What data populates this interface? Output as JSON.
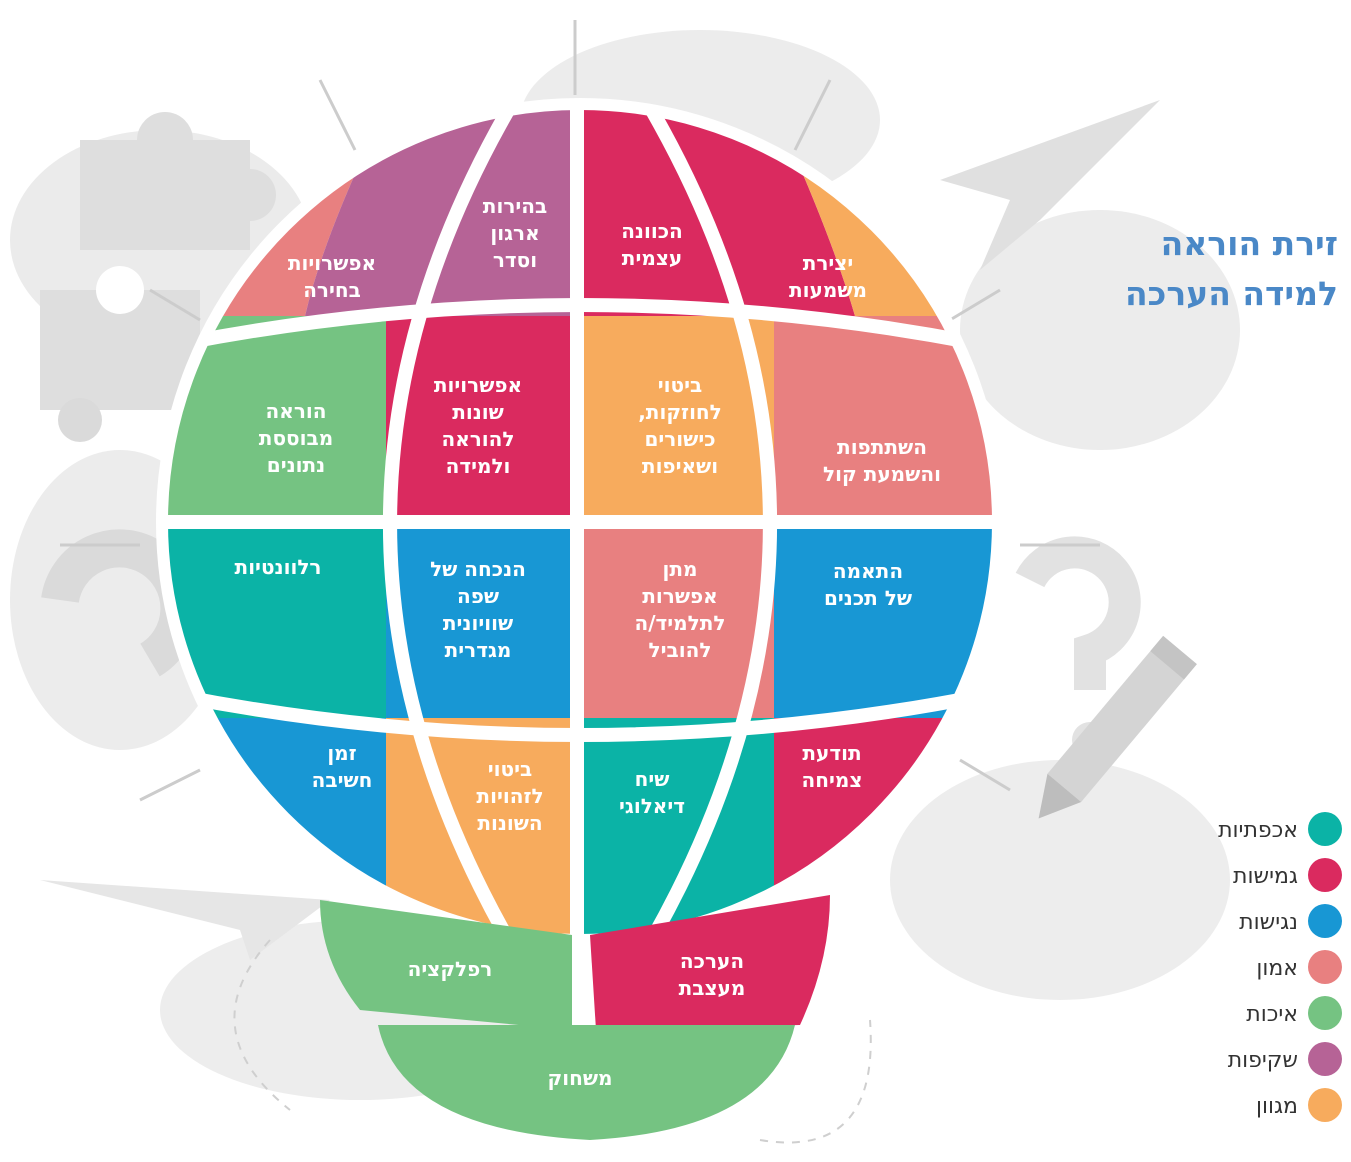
{
  "title": {
    "line1": "זירת הוראה",
    "line2": "למידה הערכה"
  },
  "colors": {
    "teal": "#0bb3a6",
    "magenta": "#da2a5f",
    "blue": "#1897d4",
    "pink": "#e88080",
    "green": "#75c382",
    "purple": "#b66396",
    "orange": "#f7ab5d",
    "title": "#4a88c7",
    "background_art": "#e6e6e6"
  },
  "legend": [
    {
      "label": "אכפתיות",
      "color": "#0bb3a6"
    },
    {
      "label": "גמישות",
      "color": "#da2a5f"
    },
    {
      "label": "נגישות",
      "color": "#1897d4"
    },
    {
      "label": "אמון",
      "color": "#e88080"
    },
    {
      "label": "איכות",
      "color": "#75c382"
    },
    {
      "label": "שקיפות",
      "color": "#b66396"
    },
    {
      "label": "מגוון",
      "color": "#f7ab5d"
    }
  ],
  "cells": [
    {
      "id": "ahkpatiyut-top-left",
      "lines": [
        "אפשרויות",
        "בחירה"
      ],
      "color": "#e88080"
    },
    {
      "id": "behirut",
      "lines": [
        "בהירות",
        "ארגון",
        "וסדר"
      ],
      "color": "#b66396"
    },
    {
      "id": "kavana",
      "lines": [
        "הכוונה",
        "עצמית"
      ],
      "color": "#da2a5f"
    },
    {
      "id": "yetzirat",
      "lines": [
        "יצירת",
        "משמעות"
      ],
      "color": "#f7ab5d"
    },
    {
      "id": "data-teaching",
      "lines": [
        "הוראה",
        "מבוססת",
        "נתונים"
      ],
      "color": "#75c382"
    },
    {
      "id": "varied-options",
      "lines": [
        "אפשרויות",
        "שונות",
        "להוראה",
        "ולמידה"
      ],
      "color": "#da2a5f"
    },
    {
      "id": "strengths",
      "lines": [
        "ביטוי",
        "לחוזקות,",
        "כישורים",
        "ושאיפות"
      ],
      "color": "#f7ab5d"
    },
    {
      "id": "participation",
      "lines": [
        "השתתפות",
        "והשמעת קול"
      ],
      "color": "#e88080"
    },
    {
      "id": "relevance",
      "lines": [
        "רלוונטיות"
      ],
      "color": "#0bb3a6"
    },
    {
      "id": "gender-language",
      "lines": [
        "הנכחה של",
        "שפה",
        "שוויונית",
        "מגדרית"
      ],
      "color": "#1897d4"
    },
    {
      "id": "student-lead",
      "lines": [
        "מתן",
        "אפשרות",
        "לתלמיד/ה",
        "להוביל"
      ],
      "color": "#e88080"
    },
    {
      "id": "adaptation",
      "lines": [
        "התאמה",
        "של תכנים"
      ],
      "color": "#1897d4"
    },
    {
      "id": "thinking-time",
      "lines": [
        "זמן",
        "חשיבה"
      ],
      "color": "#1897d4"
    },
    {
      "id": "identities",
      "lines": [
        "ביטוי",
        "לזהויות",
        "השונות"
      ],
      "color": "#f7ab5d"
    },
    {
      "id": "dialogue",
      "lines": [
        "שיח",
        "דיאלוגי"
      ],
      "color": "#0bb3a6"
    },
    {
      "id": "growth",
      "lines": [
        "תודעת",
        "צמיחה"
      ],
      "color": "#da2a5f"
    },
    {
      "id": "reflection",
      "lines": [
        "רפלקציה"
      ],
      "color": "#75c382"
    },
    {
      "id": "formative-assessment",
      "lines": [
        "הערכה",
        "מעצבת"
      ],
      "color": "#da2a5f"
    },
    {
      "id": "game",
      "lines": [
        "משחוק"
      ],
      "color": "#75c382"
    }
  ]
}
